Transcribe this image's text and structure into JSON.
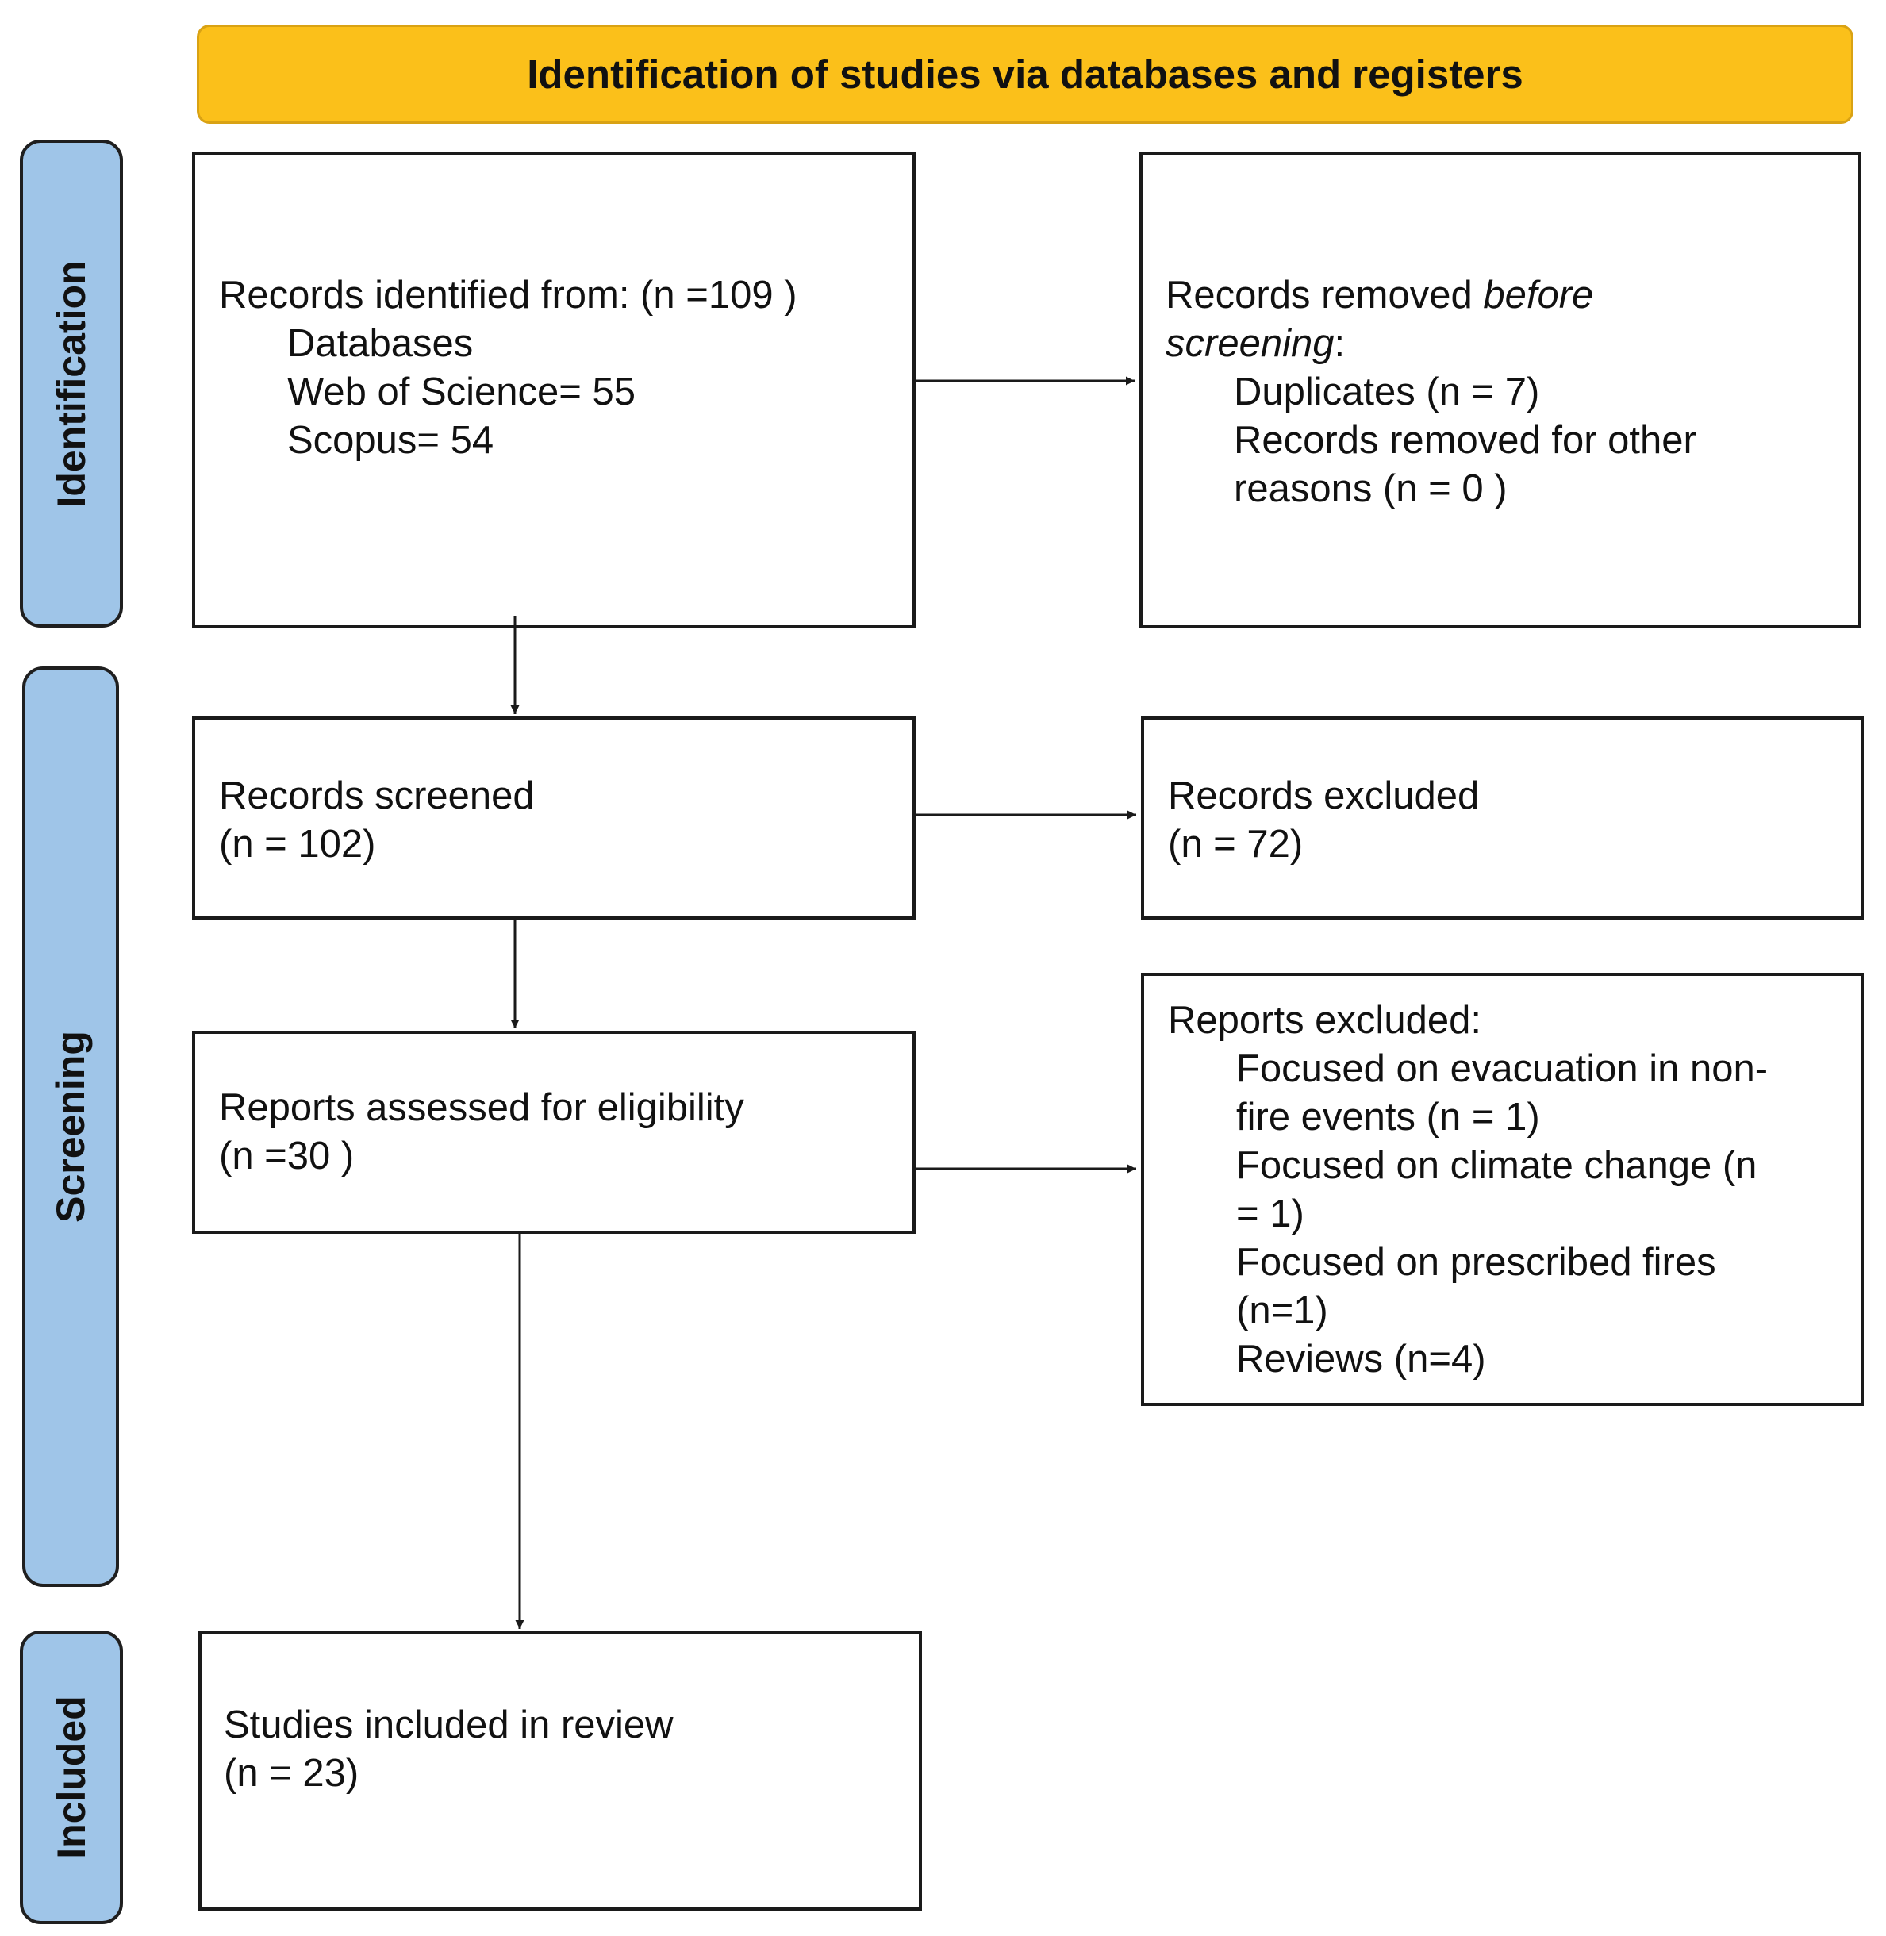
{
  "header": {
    "title": "Identification of studies via databases and registers",
    "color": "#FBC01A"
  },
  "phases": {
    "identification": "Identification",
    "screening": "Screening",
    "included": "Included",
    "color": "#9FC5E8"
  },
  "identified": {
    "title": "Records identified from: (n =109 )",
    "databases": "Databases",
    "web_of_science": "Web of Science= 55",
    "scopus": "Scopus= 54"
  },
  "removed": {
    "title_prefix": "Records removed ",
    "title_italic_1": "before",
    "title_italic_2": "screening",
    "title_suffix": ":",
    "duplicates": "Duplicates  (n = 7)",
    "other_line1": "Records removed for other",
    "other_line2": "reasons (n = 0 )"
  },
  "screened": {
    "line1": "Records screened",
    "line2": "(n = 102)"
  },
  "excluded": {
    "line1": "Records excluded",
    "line2": "(n = 72)"
  },
  "assessed": {
    "line1": "Reports assessed for eligibility",
    "line2": "(n =30 )"
  },
  "reports_excluded": {
    "title": "Reports excluded:",
    "item1_line1": "Focused on evacuation in non-",
    "item1_line2": "fire events (n = 1)",
    "item2_line1": "Focused on climate change (n",
    "item2_line2": "= 1)",
    "item3_line1": "Focused on prescribed fires",
    "item3_line2": "(n=1)",
    "item4": "Reviews (n=4)"
  },
  "included_box": {
    "line1": "Studies included in review",
    "line2": "(n = 23)"
  }
}
